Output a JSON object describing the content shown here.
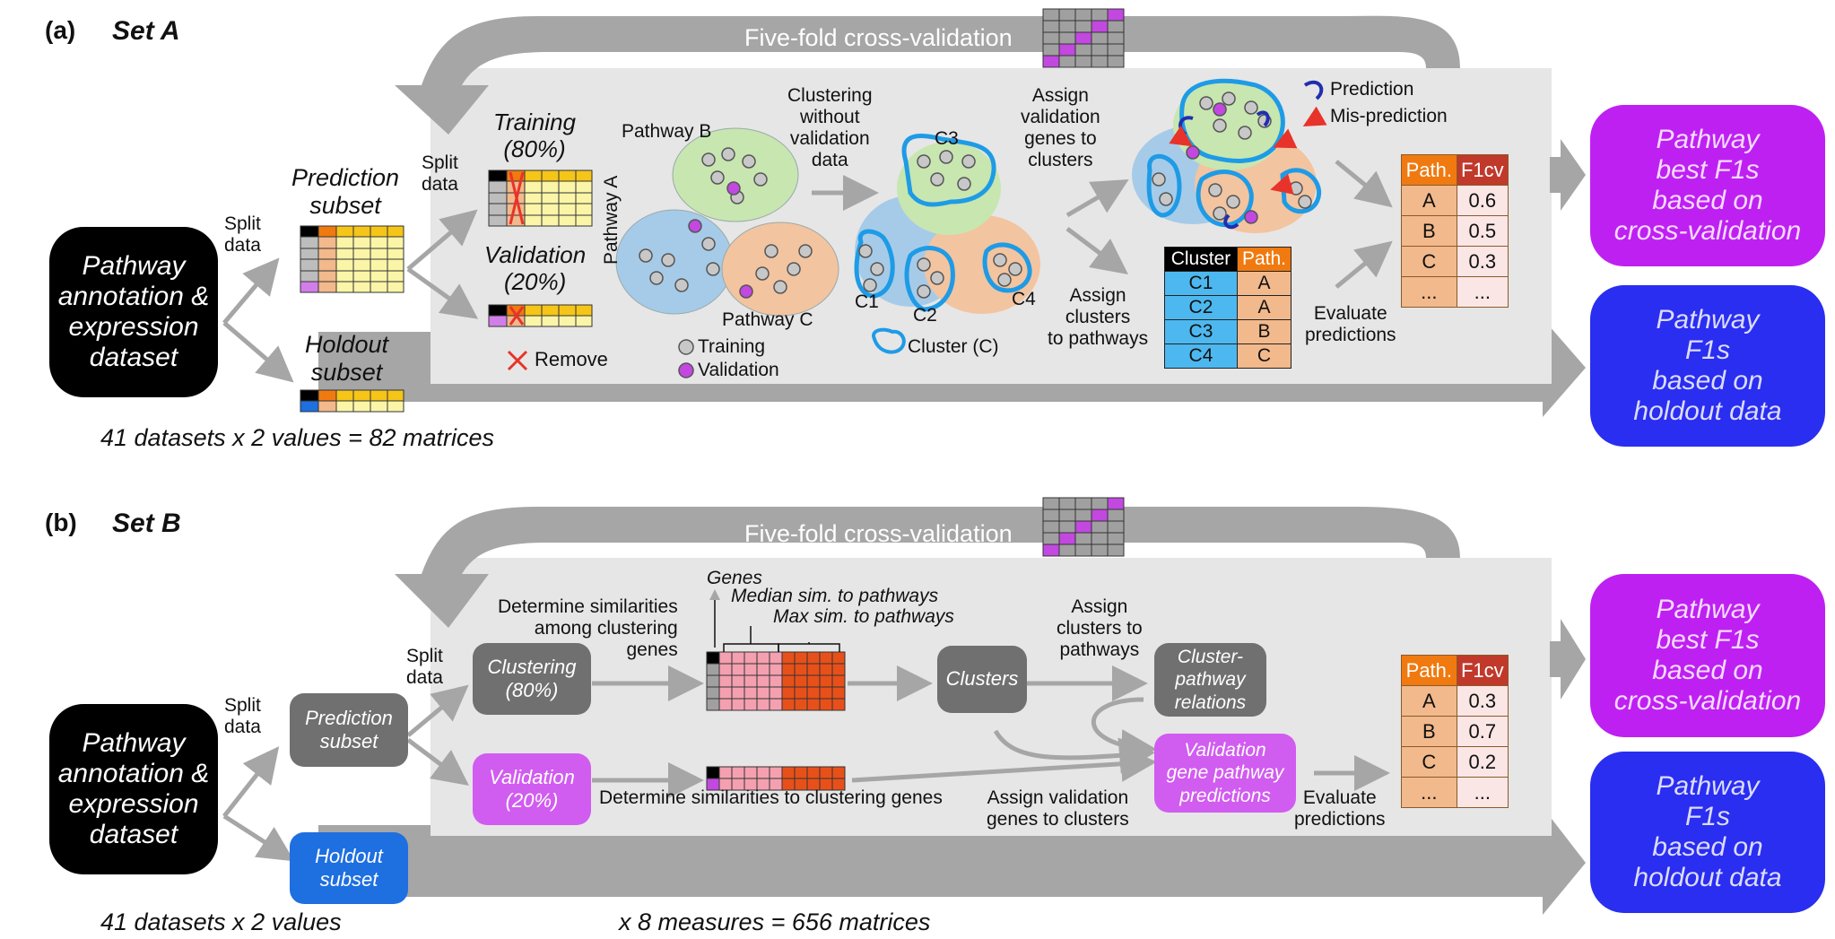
{
  "panel_a": {
    "tag": "(a)",
    "set": "Set A",
    "loop": "Five-fold cross-validation",
    "source": [
      "Pathway",
      "annotation &",
      "expression",
      "dataset"
    ],
    "split1": [
      "Split",
      "data"
    ],
    "prediction_subset": [
      "Prediction",
      "subset"
    ],
    "holdout_subset": [
      "Holdout",
      "subset"
    ],
    "split2": [
      "Split",
      "data"
    ],
    "training": [
      "Training",
      "(80%)"
    ],
    "validation": [
      "Validation",
      "(20%)"
    ],
    "remove": "Remove",
    "pathway_b": "Pathway B",
    "pathway_a": "Pathway A",
    "pathway_c": "Pathway C",
    "legend_training": "Training",
    "legend_validation": "Validation",
    "clustering": [
      "Clustering",
      "without",
      "validation",
      "data"
    ],
    "c_labels": [
      "C1",
      "C2",
      "C3",
      "C4"
    ],
    "cluster_legend": "Cluster (C)",
    "assign_validation": [
      "Assign",
      "validation",
      "genes to",
      "clusters"
    ],
    "assign_clusters": [
      "Assign",
      "clusters",
      "to pathways"
    ],
    "prediction_legend": "Prediction",
    "misprediction_legend": "Mis-prediction",
    "cluster_table": {
      "headers": [
        "Cluster",
        "Path."
      ],
      "rows": [
        [
          "C1",
          "A"
        ],
        [
          "C2",
          "A"
        ],
        [
          "C3",
          "B"
        ],
        [
          "C4",
          "C"
        ]
      ]
    },
    "evaluate": [
      "Evaluate",
      "predictions"
    ],
    "result_table": {
      "headers": [
        "Path.",
        "F1cv"
      ],
      "rows": [
        [
          "A",
          "0.6"
        ],
        [
          "B",
          "0.5"
        ],
        [
          "C",
          "0.3"
        ],
        [
          "...",
          "..."
        ]
      ]
    },
    "out_cv": [
      "Pathway",
      "best F1s",
      "based on",
      "cross-validation"
    ],
    "out_holdout": [
      "Pathway",
      "F1s",
      "based on",
      "holdout data"
    ],
    "footer": "41 datasets x 2 values = 82 matrices"
  },
  "panel_b": {
    "tag": "(b)",
    "set": "Set B",
    "loop": "Five-fold cross-validation",
    "source": [
      "Pathway",
      "annotation &",
      "expression",
      "dataset"
    ],
    "split1": [
      "Split",
      "data"
    ],
    "prediction_subset": [
      "Prediction",
      "subset"
    ],
    "holdout_subset": [
      "Holdout",
      "subset"
    ],
    "split2": [
      "Split",
      "data"
    ],
    "clustering_box": [
      "Clustering",
      "(80%)"
    ],
    "validation_box": [
      "Validation",
      "(20%)"
    ],
    "determine_sim": [
      "Determine similarities",
      "among clustering",
      "genes"
    ],
    "genes": "Genes",
    "median_sim": "Median sim. to pathways",
    "max_sim": "Max sim. to pathways",
    "clusters": "Clusters",
    "assign_clusters": [
      "Assign",
      "clusters to",
      "pathways"
    ],
    "relations": [
      "Cluster-",
      "pathway",
      "relations"
    ],
    "determine_sim_val": "Determine similarities to clustering genes",
    "assign_val": [
      "Assign validation",
      "genes to clusters"
    ],
    "val_pred": [
      "Validation",
      "gene pathway",
      "predictions"
    ],
    "evaluate": [
      "Evaluate",
      "predictions"
    ],
    "result_table": {
      "headers": [
        "Path.",
        "F1cv"
      ],
      "rows": [
        [
          "A",
          "0.3"
        ],
        [
          "B",
          "0.7"
        ],
        [
          "C",
          "0.2"
        ],
        [
          "...",
          "..."
        ]
      ]
    },
    "out_cv": [
      "Pathway",
      "best F1s",
      "based on",
      "cross-validation"
    ],
    "out_holdout": [
      "Pathway",
      "F1s",
      "based on",
      "holdout data"
    ],
    "footer_left": "41 datasets x 2 values",
    "footer_right": "x 8 measures = 656 matrices"
  },
  "colors": {
    "panel_bg": "#e6e6e6",
    "arrow_grey": "#a6a6a6",
    "purple": "#bf20f2",
    "blue": "#2a2ef0",
    "orange": "#f07a10",
    "cluster_outline": "#1e9be6"
  }
}
